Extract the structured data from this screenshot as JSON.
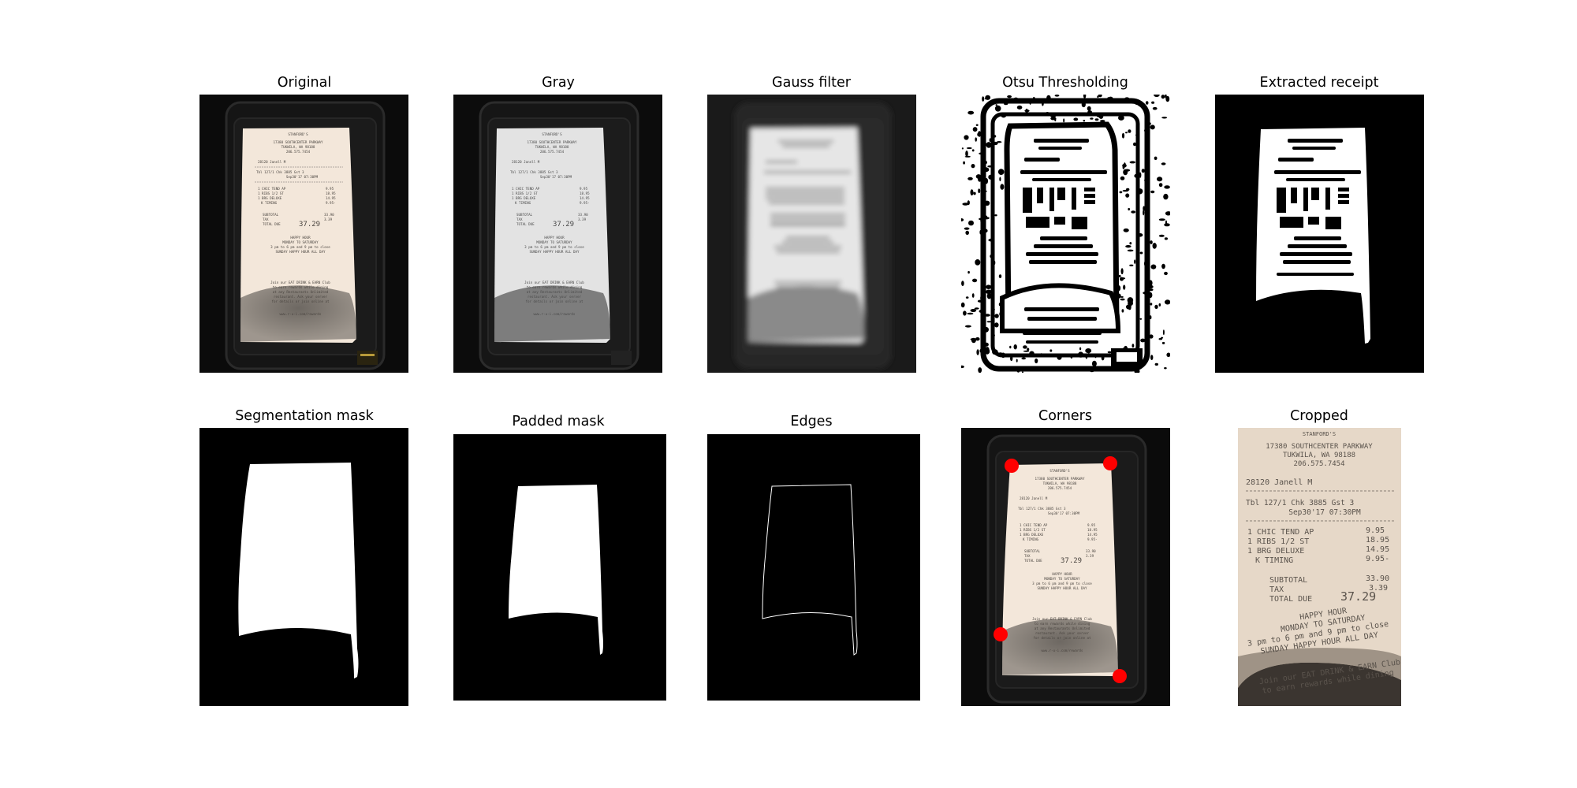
{
  "panels": [
    {
      "title": "Original"
    },
    {
      "title": "Gray"
    },
    {
      "title": "Gauss filter"
    },
    {
      "title": "Otsu Thresholding"
    },
    {
      "title": "Extracted receipt"
    },
    {
      "title": "Segmentation mask"
    },
    {
      "title": "Padded mask"
    },
    {
      "title": "Edges"
    },
    {
      "title": "Corners"
    },
    {
      "title": "Cropped"
    }
  ],
  "receipt": {
    "header": "STANFORD'S",
    "address1": "17380 SOUTHCENTER PARKWAY",
    "address2": "TUKWILA, WA 98188",
    "phone": "206.575.7454",
    "server": "28120 Janell M",
    "table_line": "Tbl 127/1   Chk 3885   Gst 3",
    "date_line": "Sep30'17 07:30PM",
    "items": [
      {
        "name": "1 CHIC TEND AP",
        "price": "9.95"
      },
      {
        "name": "1 RIBS 1/2 ST",
        "price": "18.95"
      },
      {
        "name": "1 BRG DELUXE",
        "price": "14.95"
      },
      {
        "name": "K TIMING",
        "price": "9.95-"
      }
    ],
    "subtotal_label": "SUBTOTAL",
    "subtotal": "33.90",
    "tax_label": "TAX",
    "tax": "3.39",
    "total_label": "TOTAL DUE",
    "total": "37.29",
    "happy1": "HAPPY HOUR",
    "happy2": "MONDAY TO SATURDAY",
    "happy3": "3 pm to 6 pm and 9 pm to close",
    "happy4": "SUNDAY HAPPY HOUR ALL DAY",
    "club1": "Join our EAT DRINK & EARN Club",
    "club2": "to earn rewards while dining",
    "club3": "at any Restaurants Unlimited",
    "club4": "restaurant. Ask your server",
    "club5": "for details or join online at",
    "web": "www.r-u-i.com/rewards"
  },
  "colors": {
    "background": "#ffffff",
    "paper": "#f3e7da",
    "paper_gray": "#e3e3e3",
    "paper_crop": "#e6d8c8",
    "tray": "#151515",
    "counter": "#0b0b0b",
    "corner_marker": "#ff0000"
  }
}
